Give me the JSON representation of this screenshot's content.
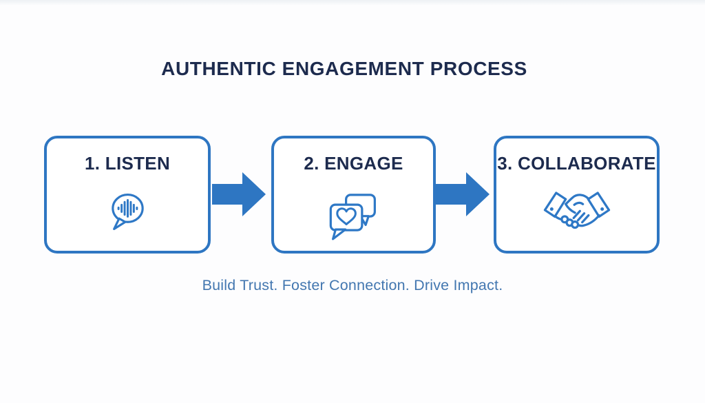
{
  "diagram": {
    "title": "AUTHENTIC ENGAGEMENT PROCESS",
    "steps": [
      {
        "label": "1. LISTEN",
        "icon": "speech-bubble-soundwave-icon"
      },
      {
        "label": "2. ENGAGE",
        "icon": "chat-bubbles-heart-icon"
      },
      {
        "label": "3. COLLABORATE",
        "icon": "handshake-icon"
      }
    ],
    "connectors": [
      "right-arrow",
      "right-arrow"
    ],
    "tagline": "Build Trust. Foster Connection. Drive Impact.",
    "colors": {
      "heading_navy": "#1d2b4e",
      "accent_blue": "#2e76c2",
      "icon_blue": "#2e78c6",
      "tagline_blue": "#4377b0",
      "background": "#fdfdfe"
    }
  }
}
